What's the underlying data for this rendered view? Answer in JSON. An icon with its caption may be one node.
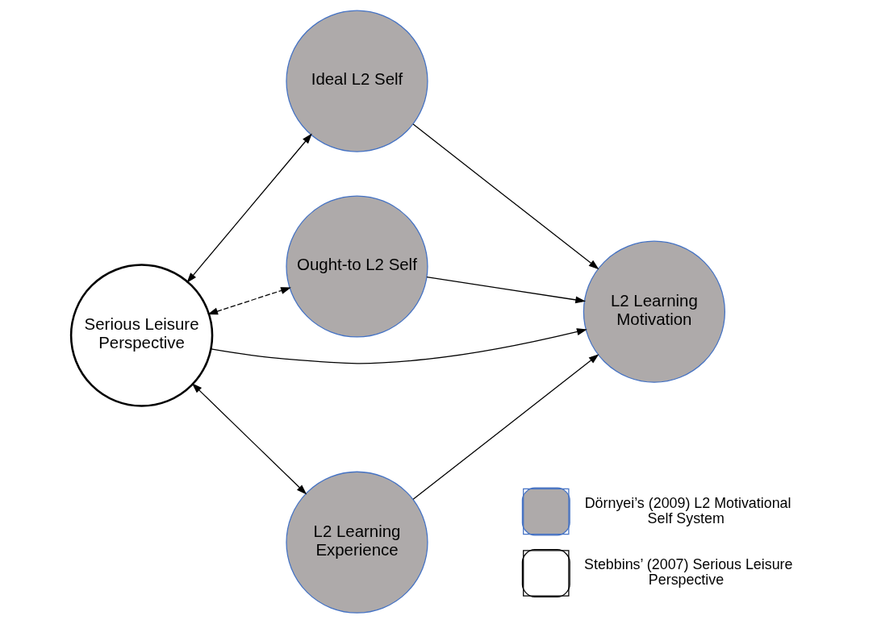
{
  "diagram": {
    "nodes": [
      {
        "text": [
          "Ideal L2 Self"
        ]
      },
      {
        "text": [
          "Ought-to L2 Self"
        ]
      },
      {
        "text": [
          "Serious Leisure Perspective"
        ]
      },
      {
        "text": [
          "L2 Learning Motivation"
        ]
      },
      {
        "text": [
          "L2 Learning Experience"
        ]
      }
    ],
    "edges": [
      {
        "from": 2,
        "to": 0,
        "arrow": "both"
      },
      {
        "from": 2,
        "to": 1,
        "arrow": "both",
        "style": "dashed"
      },
      {
        "from": 0,
        "to": 3,
        "arrow": "to"
      },
      {
        "from": 1,
        "to": 3,
        "arrow": "to"
      },
      {
        "from": 2,
        "to": 3,
        "arrow": "to"
      },
      {
        "from": 2,
        "to": 4,
        "arrow": "both"
      },
      {
        "from": 4,
        "to": 3,
        "arrow": "to"
      }
    ],
    "legend": [
      {
        "text": "Dörnyei’s (2009) L2 Motivational Self System",
        "color": "#aeaaaa"
      },
      {
        "text": "Stebbins’ (2007) Serious Leisure Perspective",
        "color": "#ffffff"
      }
    ]
  }
}
